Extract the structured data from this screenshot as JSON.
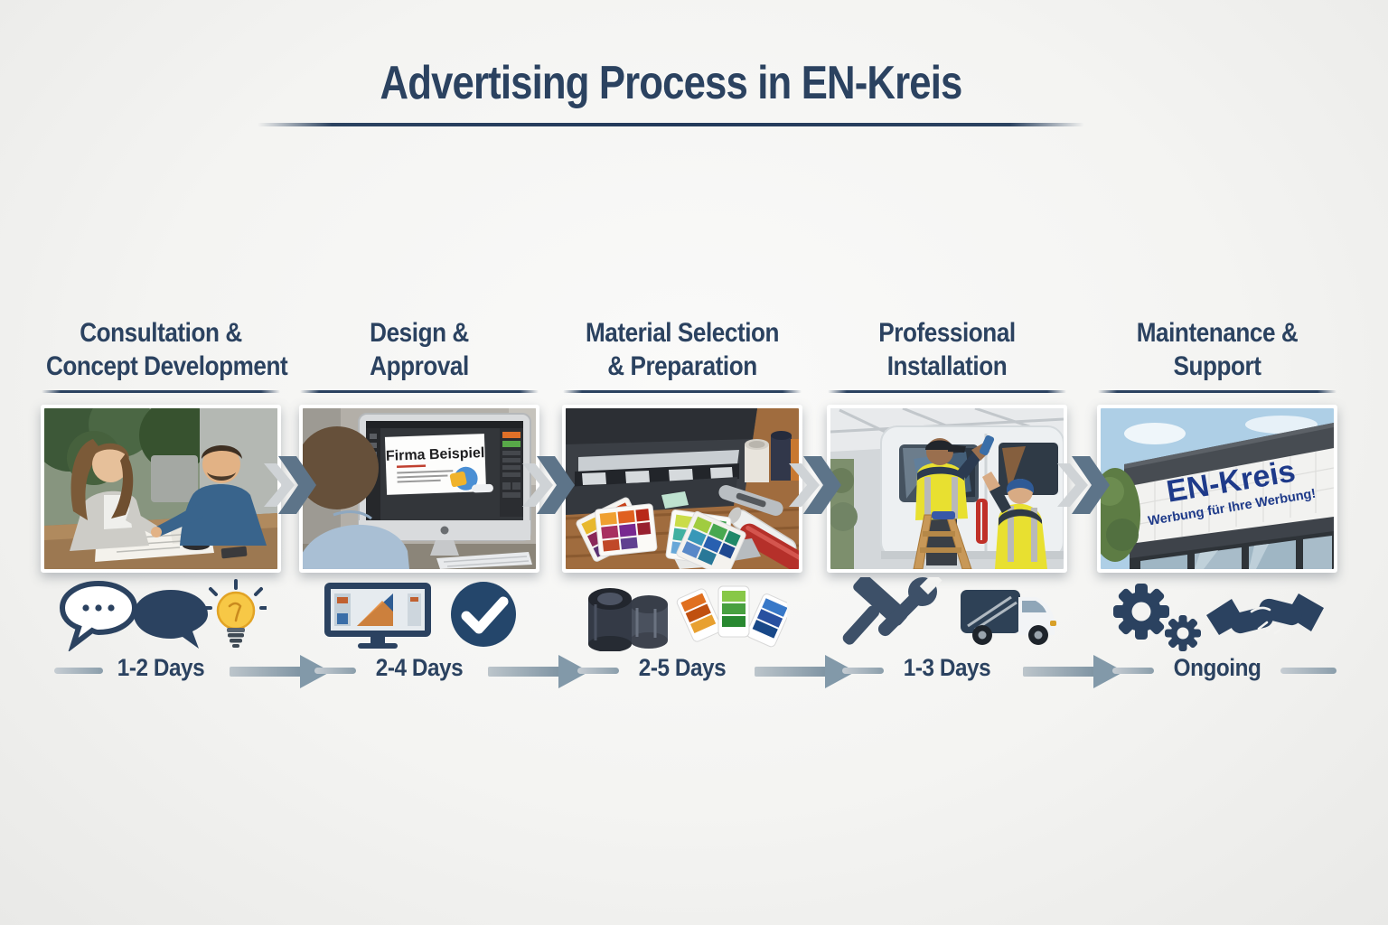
{
  "title": "Advertising Process in EN-Kreis",
  "colors": {
    "heading_navy": "#2b4260",
    "timeline_arrow_gray": "#8299a9",
    "chevron_slate": "#5d7489",
    "lightbulb_yellow": "#f7c846",
    "hivis_yellow": "#e8e030",
    "sign_blue": "#1e3a8a"
  },
  "steps": [
    {
      "line1": "Consultation &",
      "line2": "Concept Development",
      "duration": "1-2 Days",
      "photo_desc": "two people discussing documents at a table",
      "icons": [
        "speech-bubbles-icon",
        "lightbulb-icon"
      ]
    },
    {
      "line1": "Design &",
      "line2": "Approval",
      "duration": "2-4 Days",
      "photo_desc": "designer reviewing draft on monitor",
      "screen_text": "Firma Beispiel",
      "icons": [
        "design-monitor-icon",
        "check-circle-icon"
      ]
    },
    {
      "line1": "Material Selection",
      "line2": "& Preparation",
      "duration": "2-5 Days",
      "photo_desc": "vinyl cutter with color swatch fans and foil rolls",
      "icons": [
        "vinyl-rolls-icon",
        "color-swatch-fan-icon"
      ]
    },
    {
      "line1": "Professional",
      "line2": "Installation",
      "duration": "1-3 Days",
      "photo_desc": "two installers in hi-vis vests wrapping a van",
      "icons": [
        "hammer-wrench-icon",
        "service-van-icon"
      ]
    },
    {
      "line1": "Maintenance &",
      "line2": "Support",
      "duration": "Ongoing",
      "photo_desc": "building facade with EN-Kreis sign",
      "sign_line1": "EN-Kreis",
      "sign_line2": "Werbung für Ihre Werbung!",
      "icons": [
        "gears-icon",
        "handshake-icon"
      ]
    }
  ]
}
